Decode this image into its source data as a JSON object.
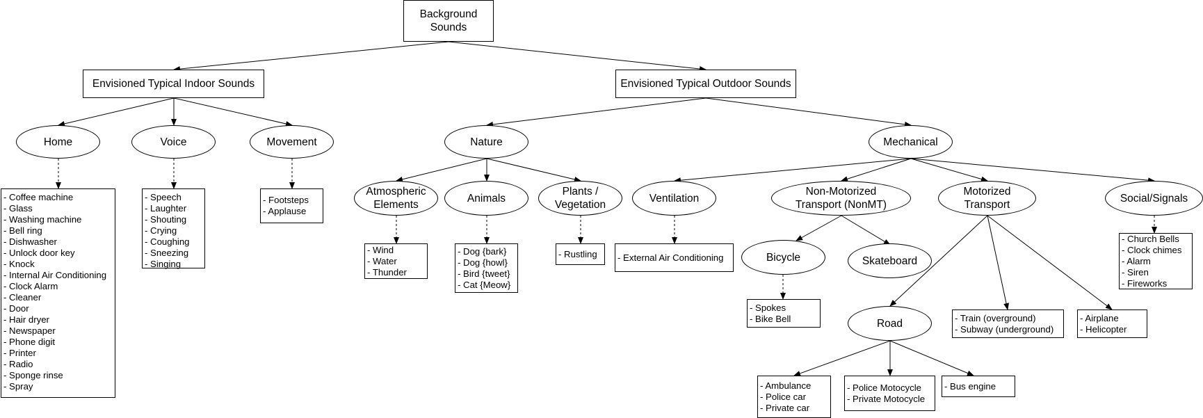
{
  "root": "Background\nSounds",
  "indoor": {
    "label": "Envisioned Typical Indoor Sounds",
    "home": {
      "label": "Home",
      "items": [
        "- Coffee machine",
        "- Glass",
        "- Washing machine",
        "- Bell ring",
        "- Dishwasher",
        "- Unlock door key",
        "- Knock",
        "- Internal Air Conditioning",
        "- Clock Alarm",
        "- Cleaner",
        "- Door",
        "- Hair dryer",
        "- Newspaper",
        "- Phone digit",
        "- Printer",
        "- Radio",
        "- Sponge rinse",
        "- Spray"
      ]
    },
    "voice": {
      "label": "Voice",
      "items": [
        "- Speech",
        "- Laughter",
        "- Shouting",
        "- Crying",
        "- Coughing",
        "- Sneezing",
        "- Singing"
      ]
    },
    "movement": {
      "label": "Movement",
      "items": [
        "- Footsteps",
        "- Applause"
      ]
    }
  },
  "outdoor": {
    "label": "Envisioned Typical Outdoor Sounds",
    "nature": {
      "label": "Nature",
      "atmospheric": {
        "label": "Atmospheric\nElements",
        "items": [
          "- Wind",
          "- Water",
          "- Thunder"
        ]
      },
      "animals": {
        "label": "Animals",
        "items": [
          "- Dog {bark}",
          "- Dog {howl}",
          "- Bird {tweet}",
          "- Cat {Meow}"
        ]
      },
      "plants": {
        "label": "Plants /\nVegetation",
        "items": [
          "- Rustling"
        ]
      }
    },
    "mechanical": {
      "label": "Mechanical",
      "ventilation": {
        "label": "Ventilation",
        "items": [
          "- External Air Conditioning"
        ]
      },
      "nonmt": {
        "label": "Non-Motorized\nTransport (NonMT)",
        "bicycle": {
          "label": "Bicycle",
          "items": [
            "- Spokes",
            "- Bike Bell"
          ]
        },
        "skateboard": {
          "label": "Skateboard"
        }
      },
      "motorized": {
        "label": "Motorized\nTransport",
        "road": {
          "label": "Road",
          "emergency": [
            "- Ambulance",
            "- Police car",
            "- Private car"
          ],
          "motorcycles": [
            "- Police Motocycle",
            "- Private Motocycle"
          ],
          "bus": [
            "- Bus engine"
          ]
        },
        "rail": [
          "- Train (overground)",
          "- Subway (underground)"
        ],
        "air": [
          "- Airplane",
          "- Helicopter"
        ]
      },
      "social": {
        "label": "Social/Signals",
        "items": [
          "- Church Bells",
          "- Clock chimes",
          "- Alarm",
          "- Siren",
          "- Fireworks"
        ]
      }
    }
  }
}
